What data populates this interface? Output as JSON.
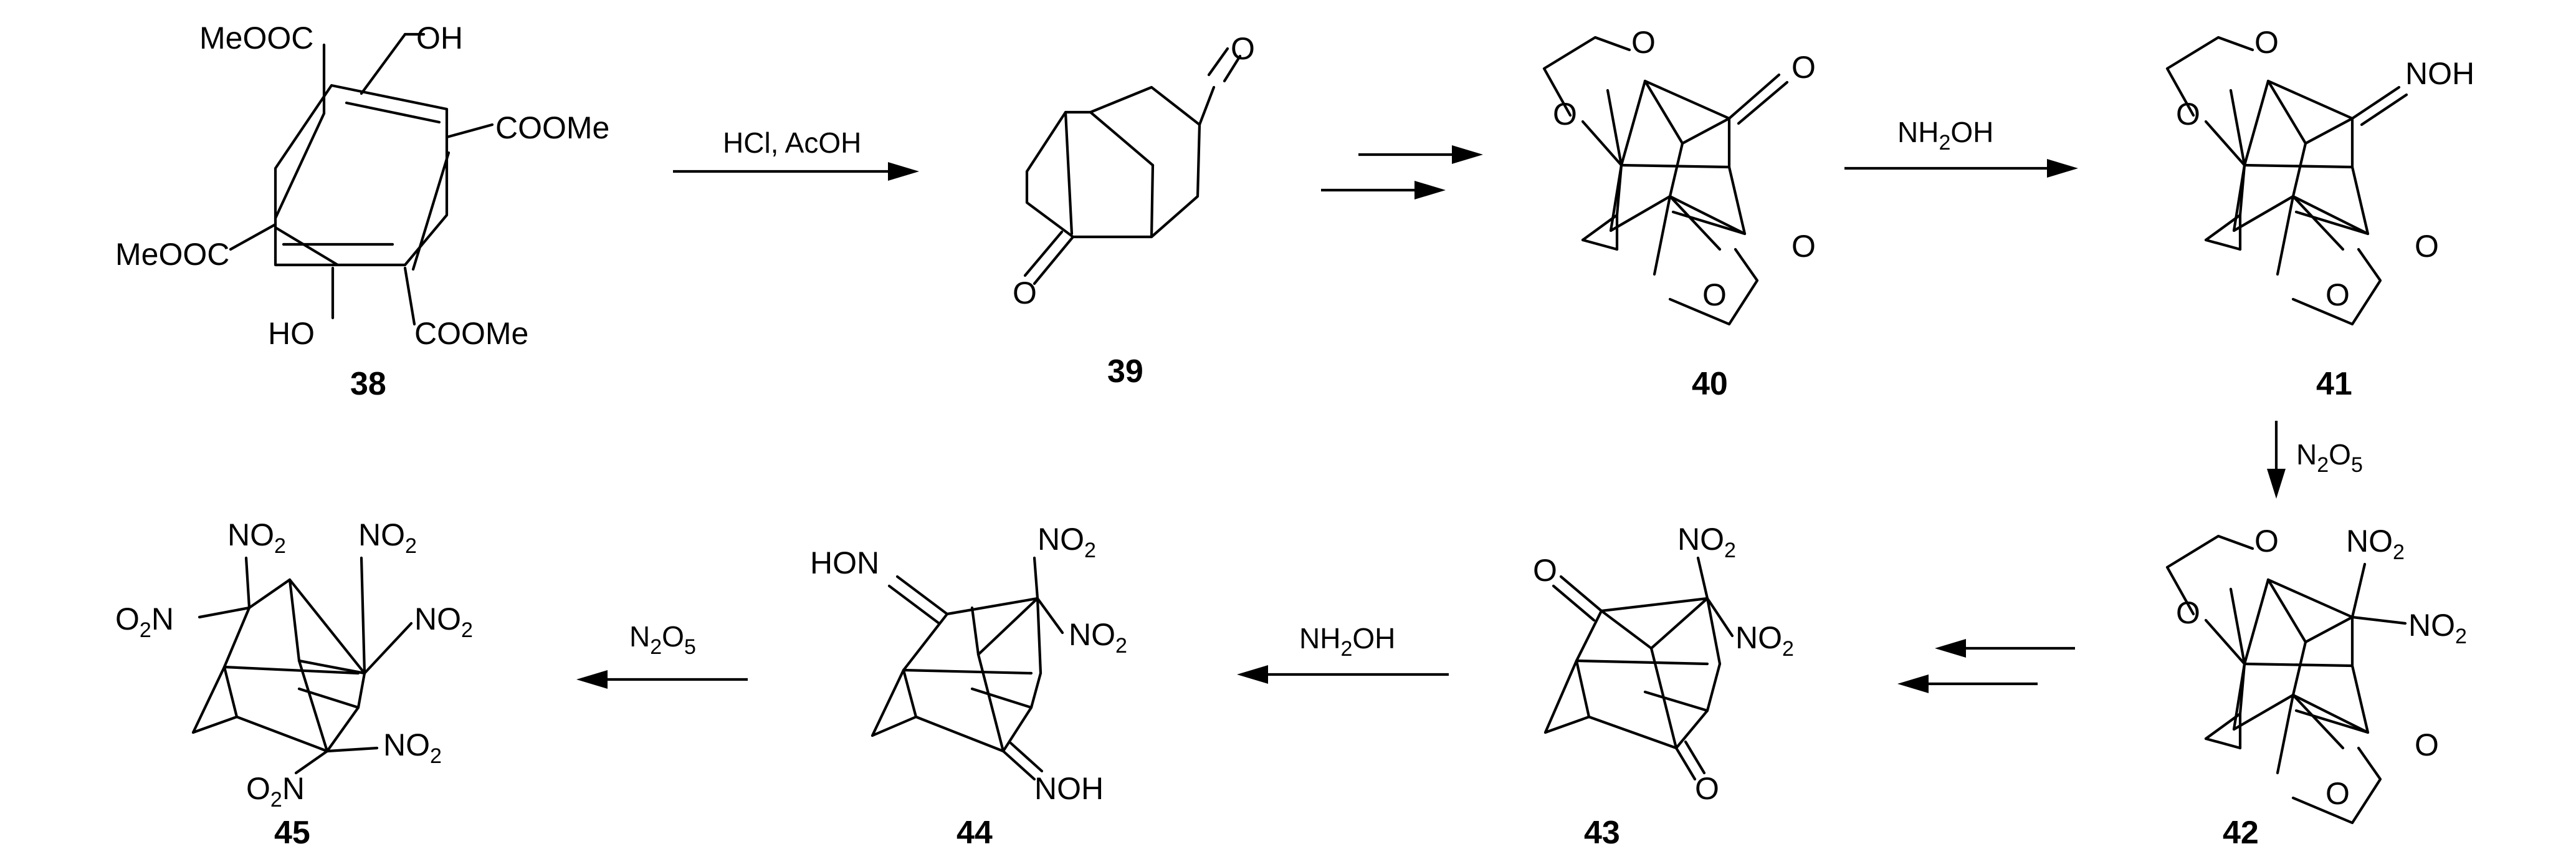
{
  "compounds": {
    "c38": {
      "number": "38",
      "groups": {
        "coome_top_left": "MeOOC",
        "oh_top": "OH",
        "coome_right": "COOMe",
        "coome_left": "MeOOC",
        "ho_bottom": "HO",
        "coome_bottom": "COOMe"
      }
    },
    "c39": {
      "number": "39",
      "groups": {
        "o_top": "O",
        "o_bottom": "O"
      }
    },
    "c40": {
      "number": "40",
      "groups": {
        "o1": "O",
        "o2": "O",
        "o_ketone": "O",
        "o3": "O",
        "o4": "O"
      }
    },
    "c41": {
      "number": "41",
      "groups": {
        "o1": "O",
        "o2": "O",
        "noh": "NOH",
        "o3": "O",
        "o4": "O"
      }
    },
    "c42": {
      "number": "42",
      "groups": {
        "o1": "O",
        "o2": "O",
        "no2_a": "NO",
        "no2_a_sub": "2",
        "no2_b": "NO",
        "no2_b_sub": "2",
        "o3": "O",
        "o4": "O"
      }
    },
    "c43": {
      "number": "43",
      "groups": {
        "o_top": "O",
        "no2_a": "NO",
        "no2_a_sub": "2",
        "no2_b": "NO",
        "no2_b_sub": "2",
        "o_bottom": "O"
      }
    },
    "c44": {
      "number": "44",
      "groups": {
        "hon": "HON",
        "no2_a": "NO",
        "no2_a_sub": "2",
        "no2_b": "NO",
        "no2_b_sub": "2",
        "noh": "NOH"
      }
    },
    "c45": {
      "number": "45",
      "groups": {
        "no2_1": "NO",
        "no2_1_sub": "2",
        "no2_2": "NO",
        "no2_2_sub": "2",
        "o2n_1_pre": "O",
        "o2n_1_sub": "2",
        "o2n_1_post": "N",
        "no2_3": "NO",
        "no2_3_sub": "2",
        "o2n_2_pre": "O",
        "o2n_2_sub": "2",
        "o2n_2_post": "N",
        "no2_4": "NO",
        "no2_4_sub": "2"
      }
    }
  },
  "reactions": {
    "r38_39": {
      "label": "HCl, AcOH"
    },
    "r40_41": {
      "pre": "NH",
      "sub": "2",
      "post": "OH"
    },
    "r41_42": {
      "pre": "N",
      "sub1": "2",
      "mid": "O",
      "sub2": "5"
    },
    "r43_44": {
      "pre": "NH",
      "sub": "2",
      "post": "OH"
    },
    "r44_45": {
      "pre": "N",
      "sub1": "2",
      "mid": "O",
      "sub2": "5"
    }
  }
}
